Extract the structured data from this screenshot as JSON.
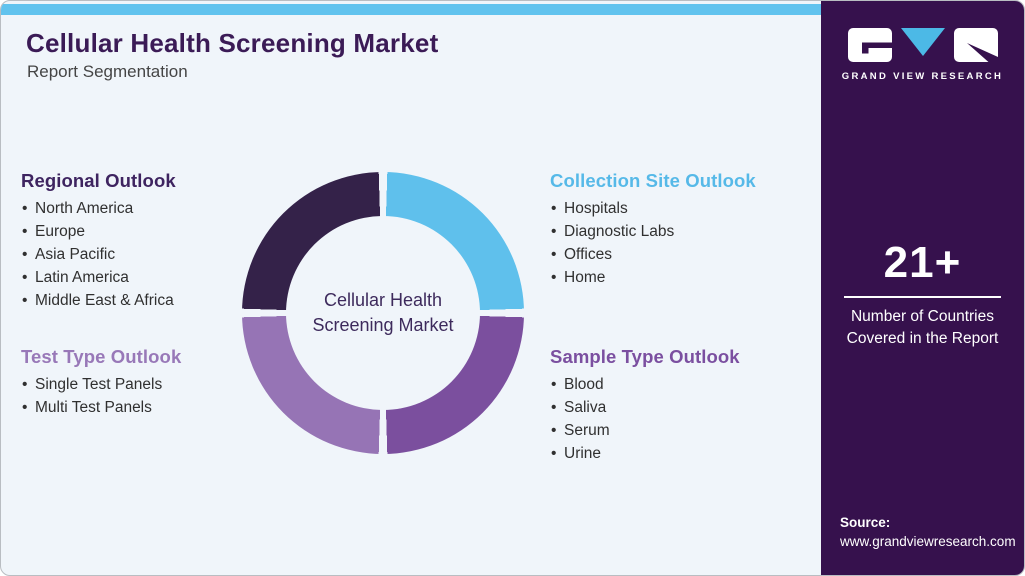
{
  "page": {
    "title": "Cellular Health Screening Market",
    "subtitle": "Report Segmentation"
  },
  "donut": {
    "center_line1": "Cellular Health",
    "center_line2": "Screening Market",
    "hole_color": "#f0f5fa",
    "segments": [
      {
        "name": "collection-site",
        "position": "top-right",
        "color": "#5fc0ec"
      },
      {
        "name": "sample-type",
        "position": "bottom-right",
        "color": "#7b4f9e"
      },
      {
        "name": "test-type",
        "position": "bottom-left",
        "color": "#9674b5"
      },
      {
        "name": "regional",
        "position": "top-left",
        "color": "#342249"
      }
    ],
    "gap_color": "#f0f5fa"
  },
  "sections": [
    {
      "title": "Regional Outlook",
      "color": "#3e2460",
      "items": [
        "North America",
        "Europe",
        "Asia Pacific",
        "Latin America",
        "Middle East & Africa"
      ]
    },
    {
      "title": "Test Type Outlook",
      "color": "#9878b8",
      "items": [
        "Single Test Panels",
        "Multi Test Panels"
      ]
    },
    {
      "title": "Collection Site Outlook",
      "color": "#56b9e8",
      "items": [
        "Hospitals",
        "Diagnostic Labs",
        "Offices",
        "Home"
      ]
    },
    {
      "title": "Sample Type Outlook",
      "color": "#7b4fa0",
      "items": [
        "Blood",
        "Saliva",
        "Serum",
        "Urine"
      ]
    }
  ],
  "sidebar": {
    "brand_name": "GRAND VIEW RESEARCH",
    "stat_value": "21+",
    "stat_label": "Number of Countries Covered in the Report",
    "source_label": "Source:",
    "source_url": "www.grandviewresearch.com",
    "background": "#36114d",
    "logo_v_color": "#4cb9e6"
  },
  "colors": {
    "top_strip": "#62c3ee",
    "card_background": "#f0f5fa",
    "title_text": "#3b1b56",
    "body_text": "#303030"
  }
}
